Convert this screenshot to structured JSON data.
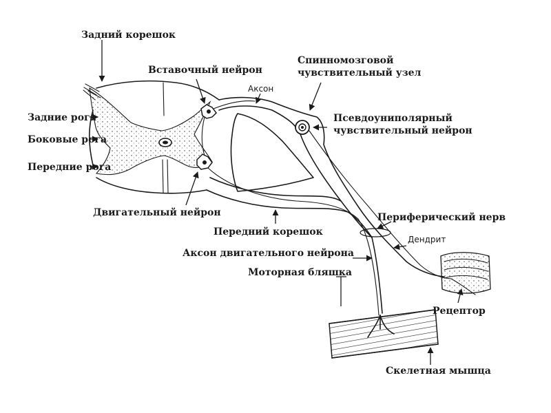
{
  "labels": {
    "posterior_root": "Задний корешок",
    "interneuron": "Вставочный нейрон",
    "axon": "Аксон",
    "spinal_ganglion_line1": "Спинномозговой",
    "spinal_ganglion_line2": "чувствительный узел",
    "pseudounipolar_line1": "Псевдоуниполярный",
    "pseudounipolar_line2": "чувствительный нейрон",
    "posterior_horns": "Задние рога",
    "lateral_horns": "Боковые рога",
    "anterior_horns": "Передние рога",
    "motor_neuron": "Двигательный нейрон",
    "anterior_root": "Передний корешок",
    "peripheral_nerve": "Периферический нерв",
    "dendrite": "Дендрит",
    "motor_neuron_axon": "Аксон двигательного нейрона",
    "motor_plaque": "Моторная бляшка",
    "receptor": "Рецептор",
    "skeletal_muscle": "Скелетная мышца"
  },
  "colors": {
    "ink": "#1a1a1a",
    "background": "#ffffff"
  }
}
